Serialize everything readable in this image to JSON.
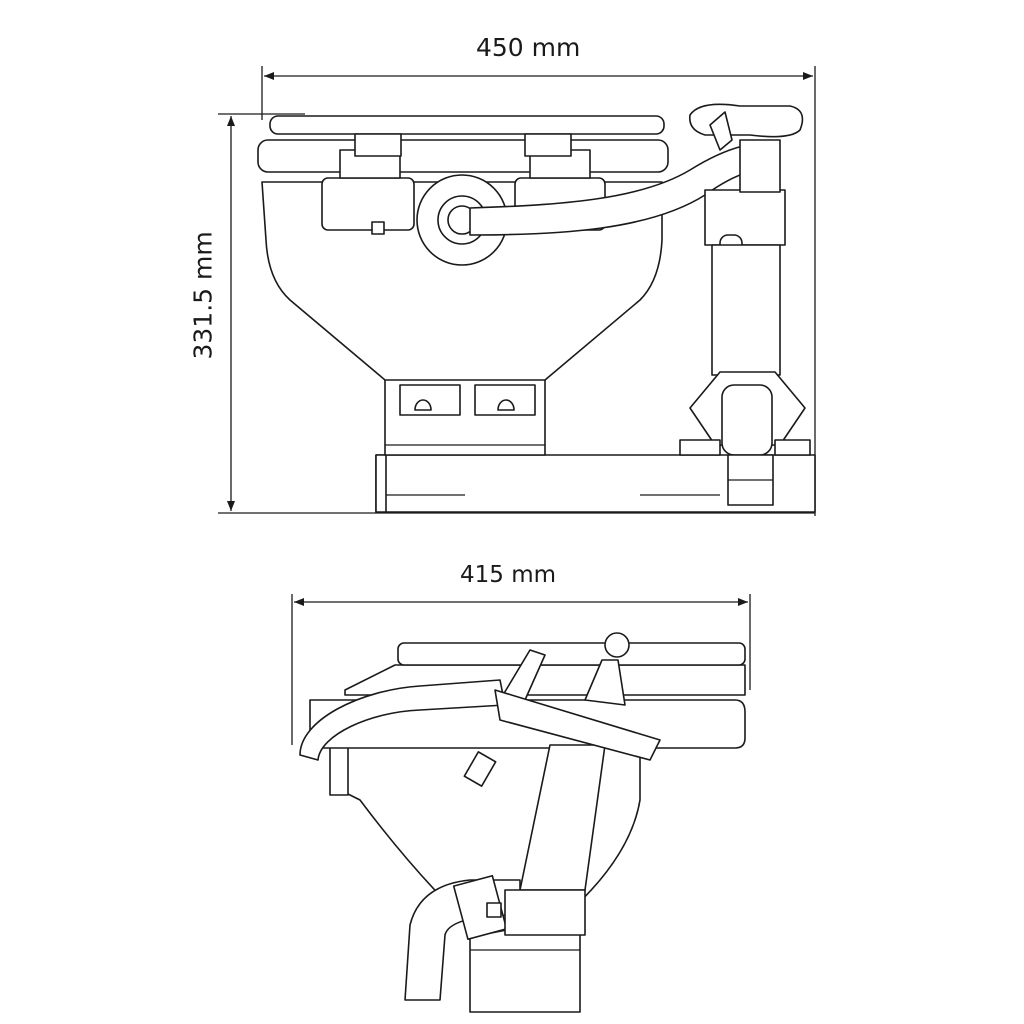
{
  "dimensions": {
    "front_width": "450 mm",
    "front_height": "331.5 mm",
    "side_width": "415 mm"
  },
  "colors": {
    "line": "#1a1a1a",
    "background": "#ffffff"
  }
}
